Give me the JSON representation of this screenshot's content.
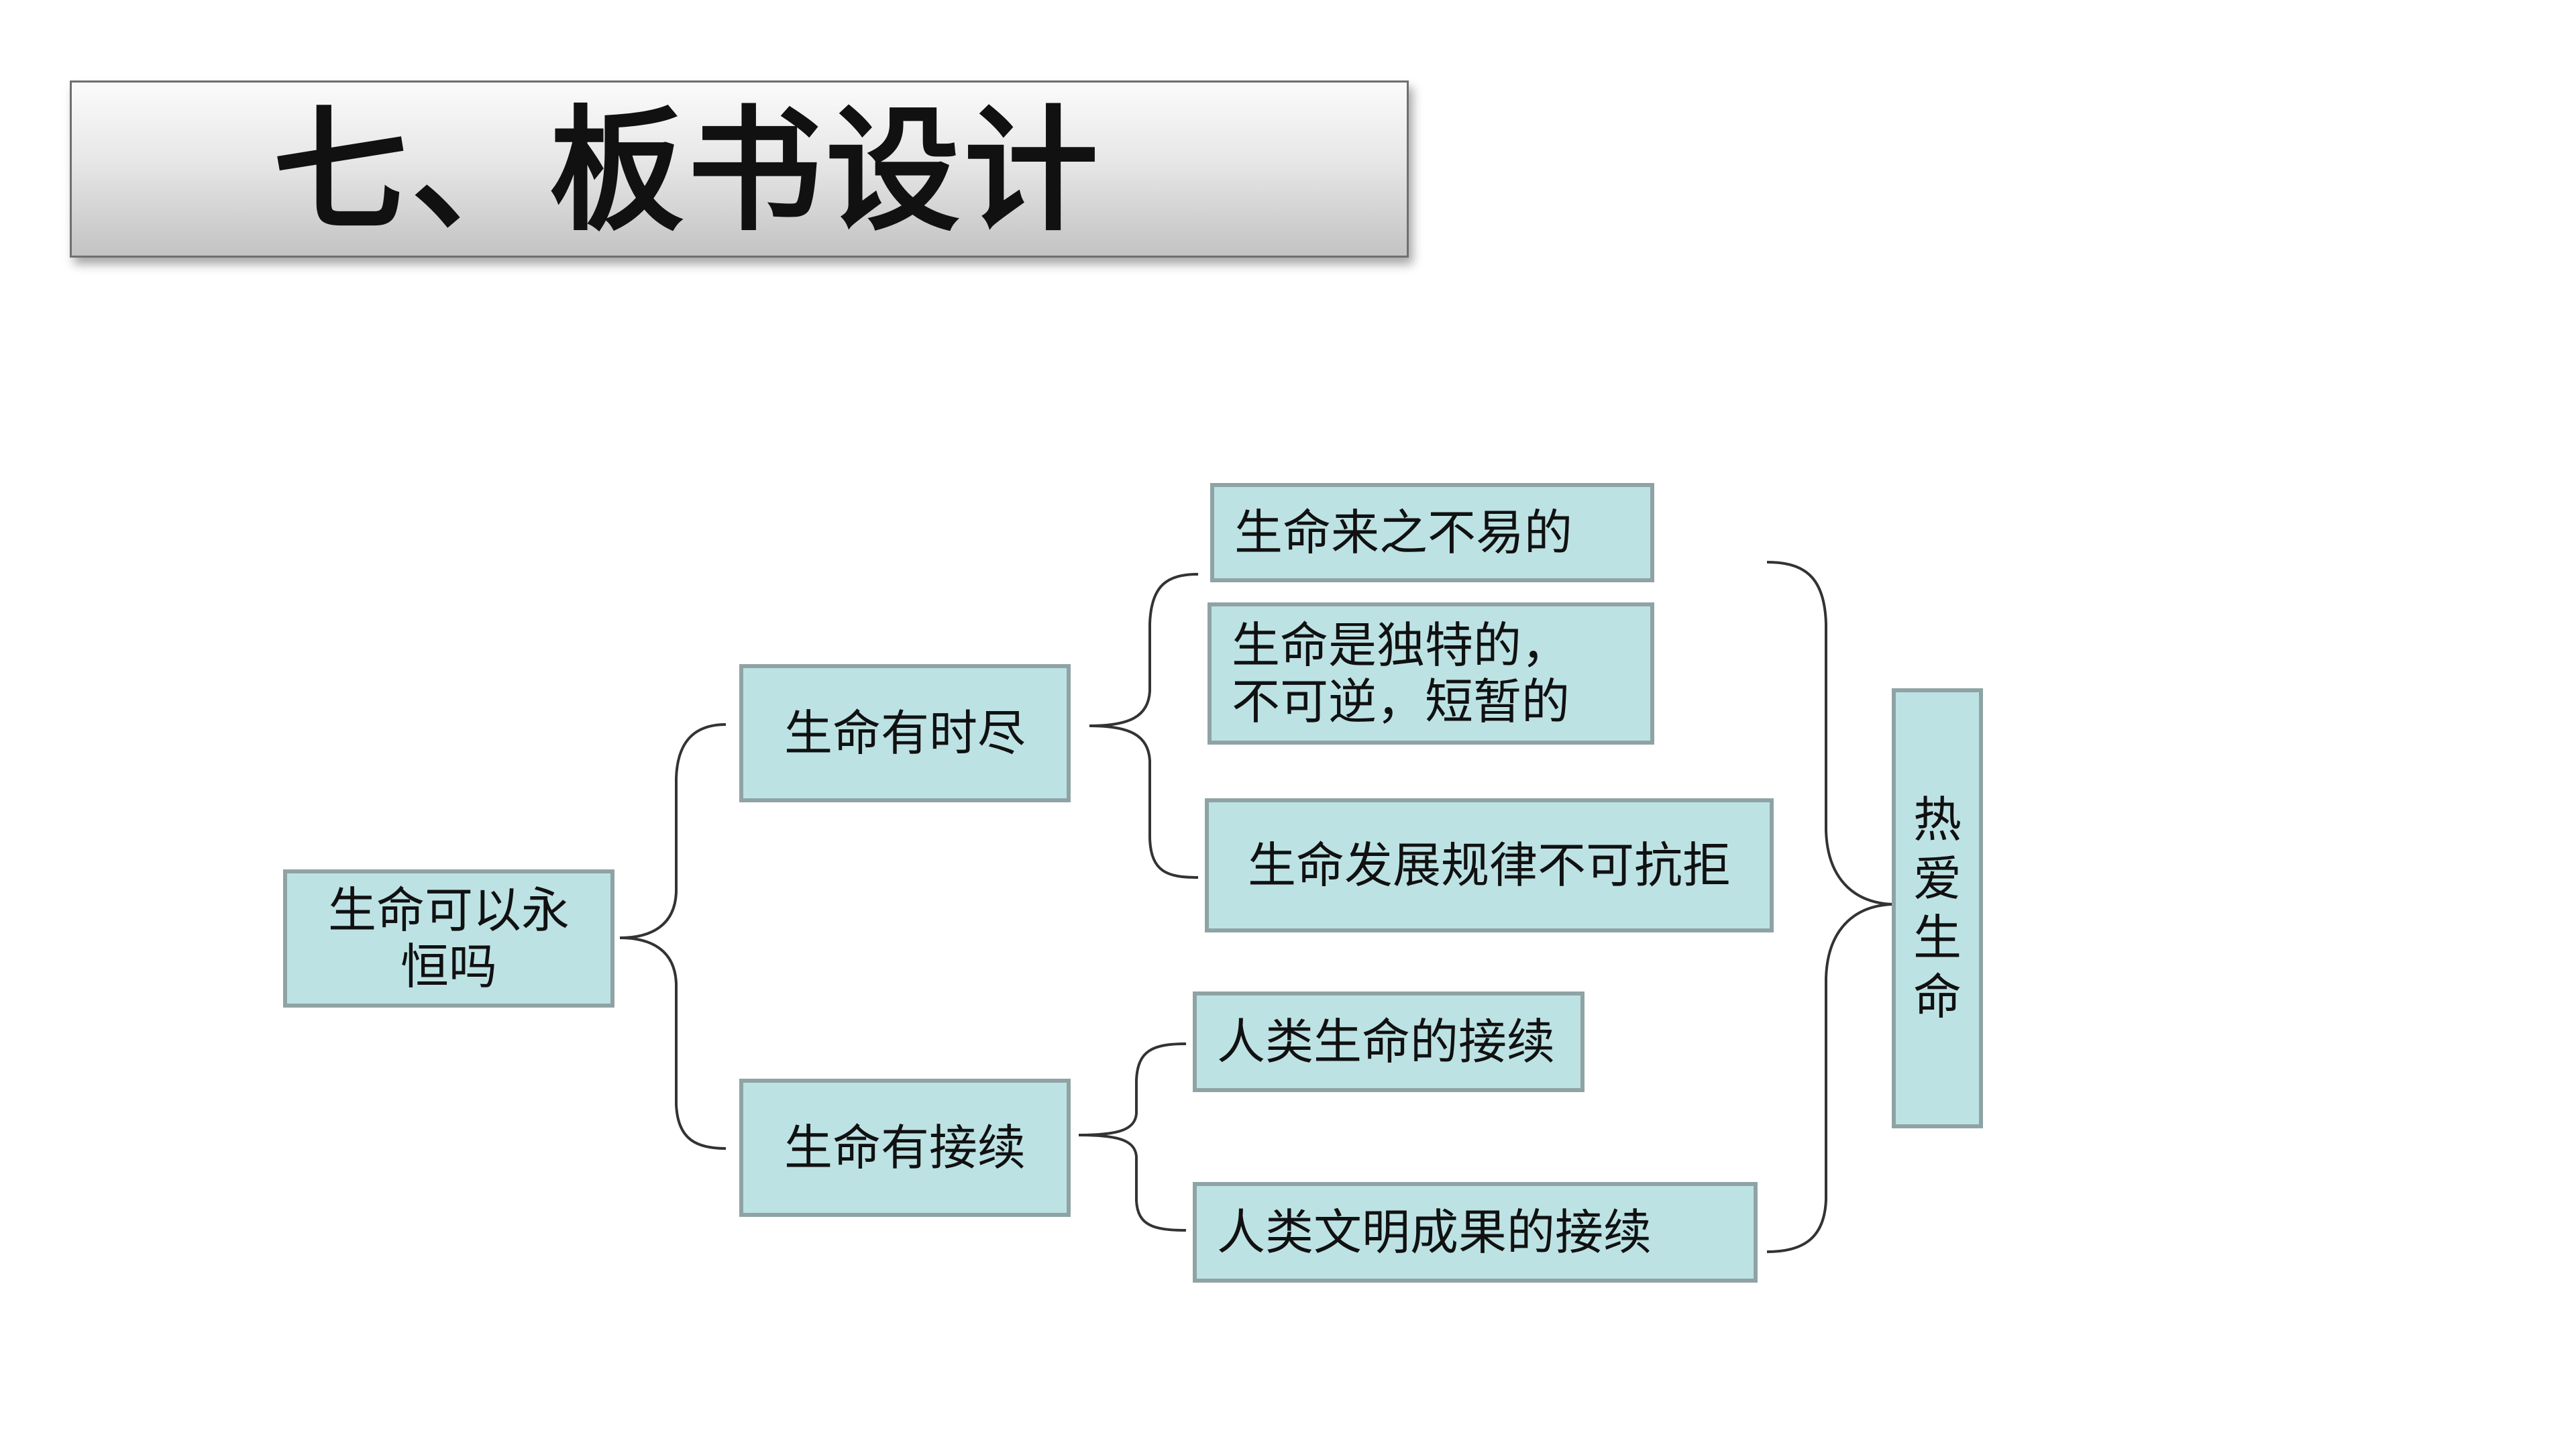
{
  "title": "七、板书设计",
  "nodes": {
    "root": "生命可以永\n恒吗",
    "limited": "生命有时尽",
    "continued": "生命有接续",
    "hard_won": "生命来之不易的",
    "unique": "生命是独特的，\n不可逆，短暂的",
    "law": "生命发展规律不可抗拒",
    "life_continue": "人类生命的接续",
    "civ_continue": "人类文明成果的接续",
    "conclusion": "热爱生命"
  }
}
